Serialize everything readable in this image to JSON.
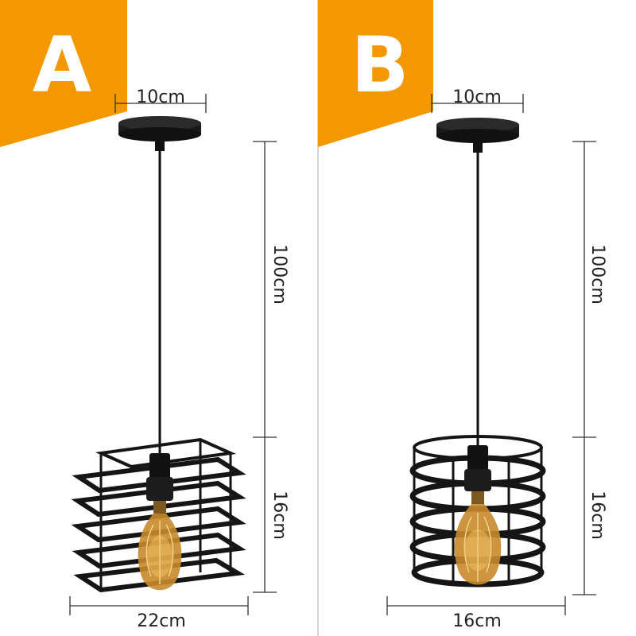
{
  "colors": {
    "accent": "#F39800",
    "metal": "#1a1a1a",
    "dimension_line": "#333333"
  },
  "panels": [
    {
      "label": "A",
      "shape": "square cage pendant",
      "canopy_width": "10cm",
      "cord_length": "100cm",
      "shade_height": "16cm",
      "shade_width": "22cm"
    },
    {
      "label": "B",
      "shape": "round cage pendant",
      "canopy_width": "10cm",
      "cord_length": "100cm",
      "shade_height": "16cm",
      "shade_width": "16cm"
    }
  ]
}
